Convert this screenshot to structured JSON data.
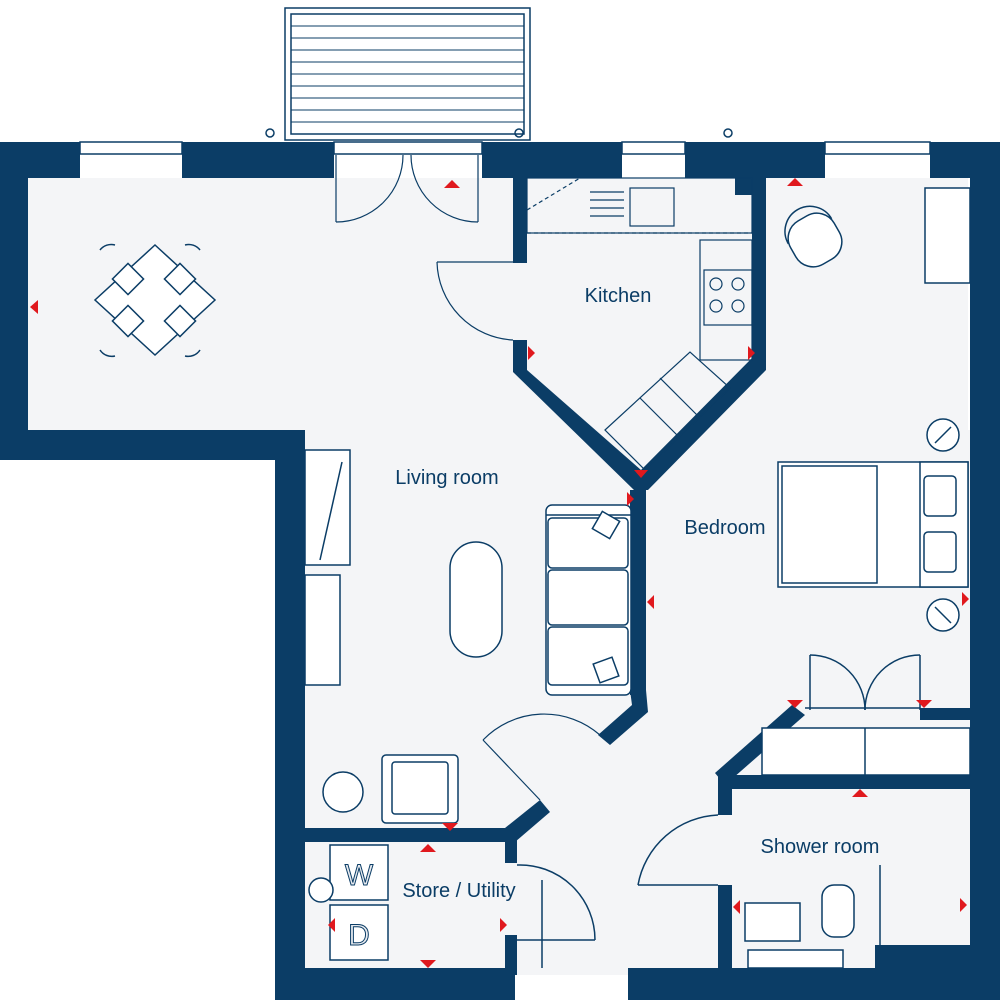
{
  "colors": {
    "wall": "#0b3d66",
    "floor": "#f4f5f7",
    "line": "#0b3d66",
    "marker": "#e0191e",
    "background": "#ffffff"
  },
  "rooms": {
    "living": "Living room",
    "kitchen": "Kitchen",
    "bedroom": "Bedroom",
    "shower": "Shower room",
    "store": "Store / Utility"
  },
  "appliance_letters": {
    "washer": "W",
    "dryer": "D"
  }
}
